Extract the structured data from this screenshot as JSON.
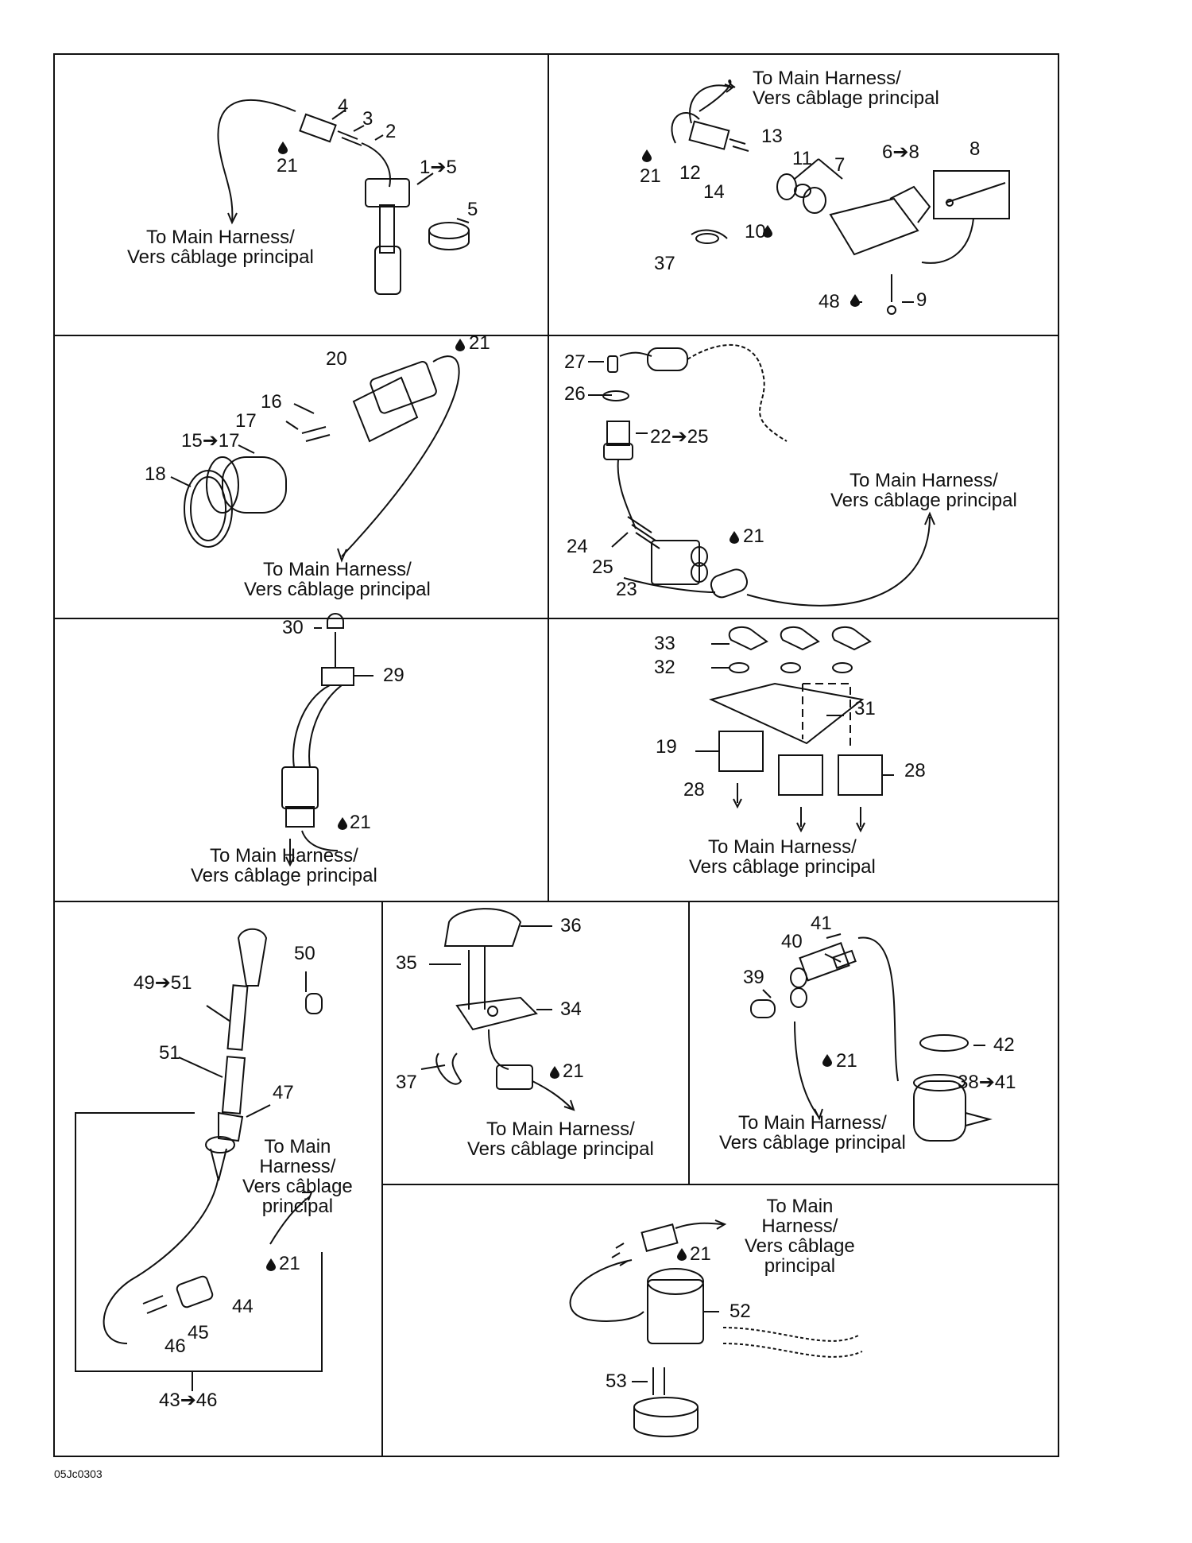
{
  "diagram": {
    "drawing_code": "05Jc0303",
    "harness_label": "To Main Harness/\nVers câblage principal",
    "harness_label_stacked": "To Main\nHarness/\nVers câblage\nprincipal",
    "sealant_icon": "drop-icon",
    "panels": [
      {
        "id": "p1",
        "callouts": [
          "4",
          "3",
          "2",
          "1➔5",
          "5",
          "21"
        ],
        "harness": "To Main Harness/\nVers câblage principal"
      },
      {
        "id": "p2",
        "callouts": [
          "13",
          "11",
          "7",
          "6➔8",
          "8",
          "21",
          "12",
          "14",
          "10",
          "37",
          "48",
          "9"
        ],
        "harness": "To Main Harness/\nVers câblage principal"
      },
      {
        "id": "p3",
        "callouts": [
          "20",
          "21",
          "16",
          "17",
          "15➔17",
          "18"
        ],
        "harness": "To Main Harness/\nVers câblage principal"
      },
      {
        "id": "p4",
        "callouts": [
          "27",
          "26",
          "22➔25",
          "24",
          "25",
          "21",
          "23"
        ],
        "harness": "To Main Harness/\nVers câblage principal"
      },
      {
        "id": "p5",
        "callouts": [
          "30",
          "29",
          "21"
        ],
        "harness": "To Main Harness/\nVers câblage principal"
      },
      {
        "id": "p6",
        "callouts": [
          "33",
          "32",
          "31",
          "19",
          "28",
          "28"
        ],
        "harness": "To Main Harness/\nVers câblage principal"
      },
      {
        "id": "p7",
        "callouts": [
          "50",
          "49➔51",
          "51",
          "47",
          "21",
          "44",
          "45",
          "46",
          "43➔46"
        ],
        "harness": "To Main\nHarness/\nVers câblage\nprincipal"
      },
      {
        "id": "p8",
        "callouts": [
          "36",
          "35",
          "34",
          "37",
          "21"
        ],
        "harness": "To Main Harness/\nVers câblage principal"
      },
      {
        "id": "p9",
        "callouts": [
          "41",
          "40",
          "39",
          "42",
          "38➔41",
          "21"
        ],
        "harness": "To Main Harness/\nVers câblage principal"
      },
      {
        "id": "p10",
        "callouts": [
          "21",
          "52",
          "53"
        ],
        "harness": "To Main\nHarness/\nVers câblage\nprincipal"
      }
    ]
  }
}
